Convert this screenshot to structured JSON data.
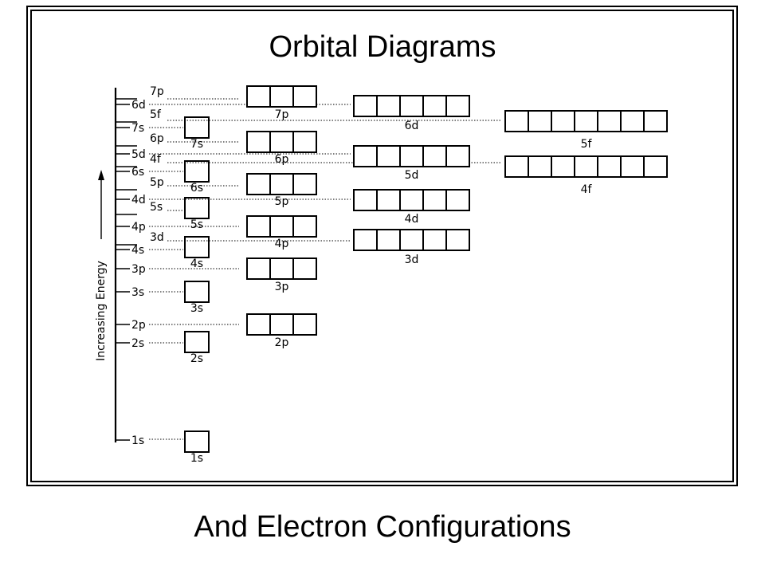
{
  "title": "Orbital Diagrams",
  "subtitle": "And Electron Configurations",
  "axis_label": "Increasing Energy",
  "energy_levels": [
    {
      "label": "7p",
      "side": "right"
    },
    {
      "label": "6d",
      "side": "left"
    },
    {
      "label": "5f",
      "side": "right"
    },
    {
      "label": "7s",
      "side": "left"
    },
    {
      "label": "6p",
      "side": "right"
    },
    {
      "label": "5d",
      "side": "left"
    },
    {
      "label": "4f",
      "side": "right"
    },
    {
      "label": "6s",
      "side": "left"
    },
    {
      "label": "5p",
      "side": "right"
    },
    {
      "label": "4d",
      "side": "left"
    },
    {
      "label": "5s",
      "side": "right"
    },
    {
      "label": "4p",
      "side": "left"
    },
    {
      "label": "3d",
      "side": "right"
    },
    {
      "label": "4s",
      "side": "left"
    },
    {
      "label": "3p",
      "side": "left"
    },
    {
      "label": "3s",
      "side": "left"
    },
    {
      "label": "2p",
      "side": "left"
    },
    {
      "label": "2s",
      "side": "left"
    },
    {
      "label": "1s",
      "side": "left"
    }
  ],
  "orbitals": [
    {
      "name": "1s",
      "boxes": 1
    },
    {
      "name": "2s",
      "boxes": 1
    },
    {
      "name": "2p",
      "boxes": 3
    },
    {
      "name": "3s",
      "boxes": 1
    },
    {
      "name": "3p",
      "boxes": 3
    },
    {
      "name": "4s",
      "boxes": 1
    },
    {
      "name": "3d",
      "boxes": 5
    },
    {
      "name": "4p",
      "boxes": 3
    },
    {
      "name": "5s",
      "boxes": 1
    },
    {
      "name": "4d",
      "boxes": 5
    },
    {
      "name": "5p",
      "boxes": 3
    },
    {
      "name": "6s",
      "boxes": 1
    },
    {
      "name": "4f",
      "boxes": 7
    },
    {
      "name": "5d",
      "boxes": 5
    },
    {
      "name": "6p",
      "boxes": 3
    },
    {
      "name": "7s",
      "boxes": 1
    },
    {
      "name": "5f",
      "boxes": 7
    },
    {
      "name": "6d",
      "boxes": 5
    },
    {
      "name": "7p",
      "boxes": 3
    }
  ]
}
